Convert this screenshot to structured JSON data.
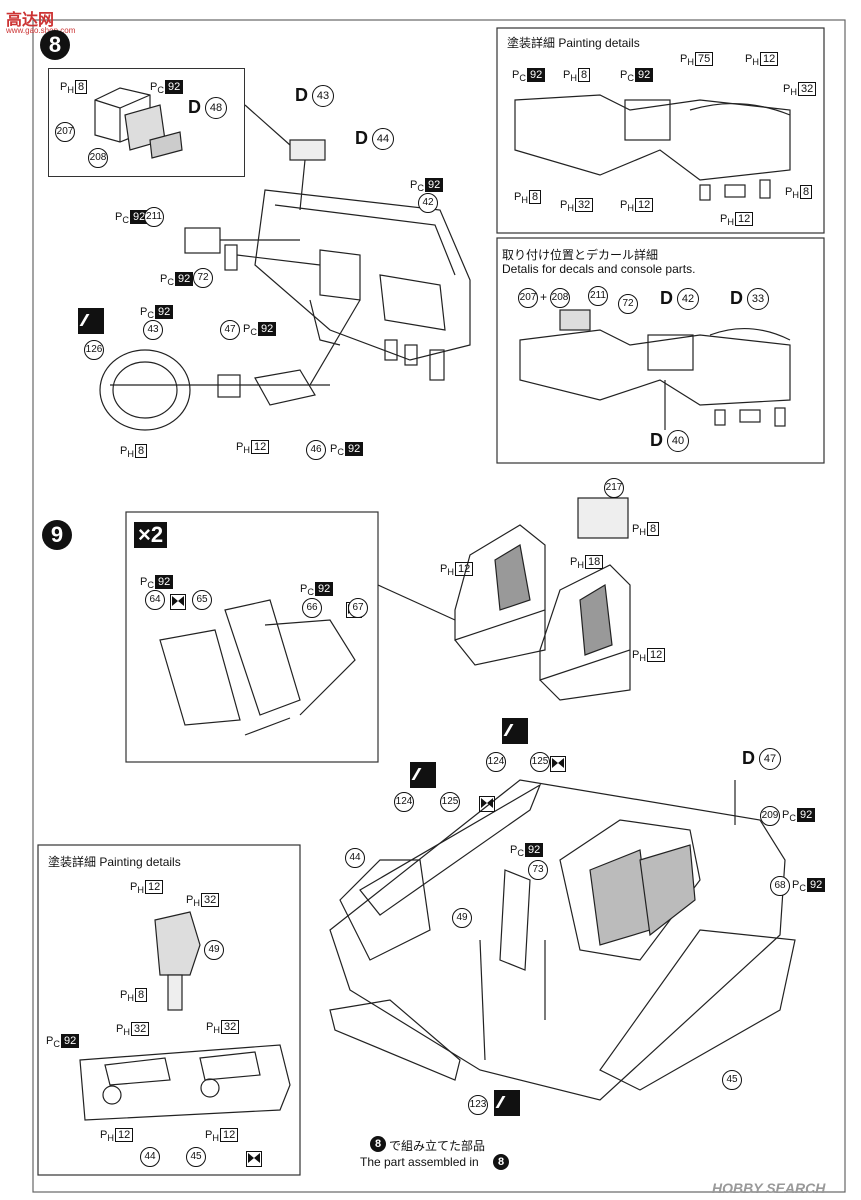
{
  "watermark_top": {
    "brand_cn": "高达网",
    "url": "www.gao.shop.com"
  },
  "watermark_bottom": {
    "brand": "HOBBY SEARCH"
  },
  "steps": {
    "s8": "8",
    "s9": "9"
  },
  "step8_box1": {
    "ph8": "8",
    "pc92": "92",
    "p207": "207",
    "p208": "208",
    "decal48": "48"
  },
  "step8_main": {
    "d43": "43",
    "d44": "44",
    "pc92_42": "92",
    "p42": "42",
    "pc92_211": "92",
    "p211": "211",
    "pc92_72": "92",
    "p72": "72",
    "p126": "126",
    "pc92_43": "92",
    "p43": "43",
    "ph8_wheel": "8",
    "p47": "47",
    "pc92_47": "92",
    "ph12": "12",
    "p46": "46",
    "pc92_46": "92"
  },
  "painting_details_1": {
    "title": "塗装詳細 Painting details",
    "pc92_a": "92",
    "ph8_a": "8",
    "pc92_b": "92",
    "ph75": "75",
    "ph12_a": "12",
    "ph32_a": "32",
    "ph8_b": "8",
    "ph32_b": "32",
    "ph12_b": "12",
    "ph8_c": "8",
    "ph12_c": "12"
  },
  "decal_details": {
    "title_jp": "取り付け位置とデカール詳細",
    "title_en": "Detalis for decals and console parts.",
    "p207": "207",
    "plus": "+",
    "p208": "208",
    "p211": "211",
    "p72": "72",
    "d42": "42",
    "d33": "33",
    "d40": "40"
  },
  "step9_box": {
    "x2": "×2",
    "pc92_a": "92",
    "p64": "64",
    "p65": "65",
    "pc92_b": "92",
    "p66": "66",
    "p67": "67"
  },
  "step9_main": {
    "p217": "217",
    "ph8": "8",
    "ph18": "18",
    "ph12_a": "12",
    "ph12_b": "12",
    "p124_a": "124",
    "p125_a": "125",
    "p124_b": "124",
    "p125_b": "125",
    "d47": "47",
    "p209": "209",
    "pc92_209": "92",
    "p44": "44",
    "pc92_73": "92",
    "p73": "73",
    "p49": "49",
    "p68": "68",
    "pc92_68": "92",
    "p45": "45",
    "p123": "123",
    "assembled_jp": "で組み立てた部品",
    "assembled_en": "The part assembled in",
    "step_ref": "8"
  },
  "painting_details_2": {
    "title": "塗装詳細 Painting details",
    "ph12_a": "12",
    "ph32_a": "32",
    "p49": "49",
    "ph8": "8",
    "pc92": "92",
    "ph32_b": "32",
    "ph32_c": "32",
    "ph12_b": "12",
    "ph12_c": "12",
    "p44": "44",
    "p45": "45"
  },
  "labels": {
    "pc": "Pc",
    "ph": "PH",
    "d": "D"
  }
}
